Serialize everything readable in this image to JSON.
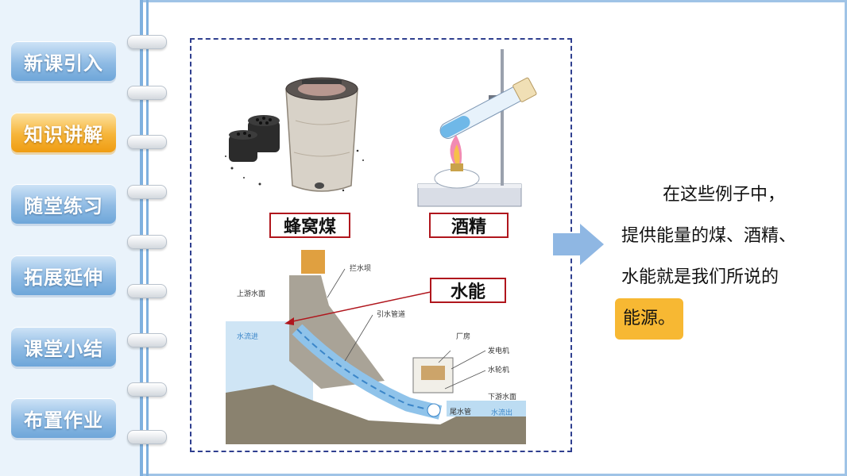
{
  "nav": {
    "items": [
      {
        "label": "新课引入",
        "active": false
      },
      {
        "label": "知识讲解",
        "active": true
      },
      {
        "label": "随堂练习",
        "active": false
      },
      {
        "label": "拓展延伸",
        "active": false
      },
      {
        "label": "课堂小结",
        "active": false
      },
      {
        "label": "布置作业",
        "active": false
      }
    ]
  },
  "figure": {
    "labels": {
      "honeycomb_coal": "蜂窝煤",
      "alcohol": "酒精",
      "water_energy": "水能"
    },
    "dam_diagram": {
      "dam": "拦水坝",
      "upstream_surface": "上游水面",
      "water_inflow": "水流进",
      "penstock": "引水管道",
      "powerhouse": "厂房",
      "generator": "发电机",
      "turbine": "水轮机",
      "downstream_surface": "下游水面",
      "tailrace": "尾水管",
      "water_outflow": "水流出"
    }
  },
  "text": {
    "line1": "在这些例子中，",
    "line2": "提供能量的煤、酒精、",
    "line3": "水能就是我们所说的",
    "highlight": "能源。"
  },
  "colors": {
    "nav_blue": "#8fbbe4",
    "nav_active": "#f6b53a",
    "label_border": "#b0161d",
    "highlight": "#f7b833",
    "arrow": "#8fb7e3"
  }
}
